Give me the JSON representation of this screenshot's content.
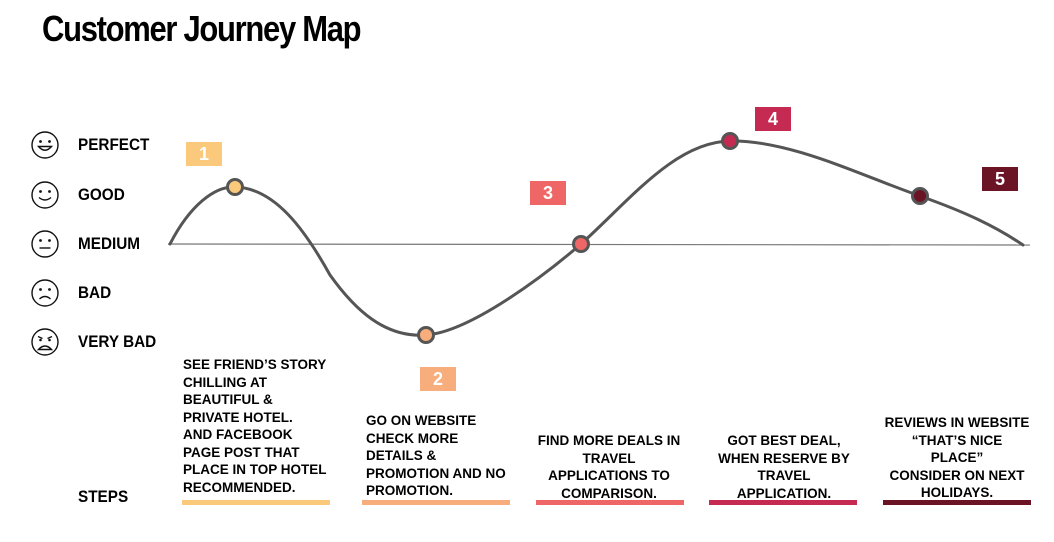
{
  "title": "Customer Journey Map",
  "moods": [
    {
      "label": "PERFECT",
      "icon": "very-happy-face-icon"
    },
    {
      "label": "GOOD",
      "icon": "smile-face-icon"
    },
    {
      "label": "MEDIUM",
      "icon": "neutral-face-icon"
    },
    {
      "label": "BAD",
      "icon": "sad-face-icon"
    },
    {
      "label": "VERY BAD",
      "icon": "very-sad-face-icon"
    }
  ],
  "steps_label": "STEPS",
  "steps": [
    {
      "number": "1",
      "mood": "GOOD",
      "color": "#FAC97C",
      "text": "SEE FRIEND’S STORY\nCHILLING AT\nBEAUTIFUL &\nPRIVATE HOTEL.\nAND FACEBOOK\nPAGE POST THAT\nPLACE IN TOP HOTEL\nRECOMMENDED."
    },
    {
      "number": "2",
      "mood": "VERY BAD",
      "color": "#F7AE7C",
      "text": "GO ON WEBSITE\nCHECK MORE\nDETAILS &\nPROMOTION AND NO\nPROMOTION."
    },
    {
      "number": "3",
      "mood": "MEDIUM",
      "color": "#EE6766",
      "text": "FIND MORE DEALS IN\nTRAVEL\nAPPLICATIONS TO\nCOMPARISON."
    },
    {
      "number": "4",
      "mood": "PERFECT",
      "color": "#C52B52",
      "text": "GOT BEST DEAL,\nWHEN RESERVE BY\nTRAVEL\nAPPLICATION."
    },
    {
      "number": "5",
      "mood": "GOOD",
      "color": "#6B1426",
      "text": "REVIEWS IN WEBSITE\n“THAT’S NICE\nPLACE”\nCONSIDER ON NEXT\nHOLIDAYS."
    }
  ]
}
